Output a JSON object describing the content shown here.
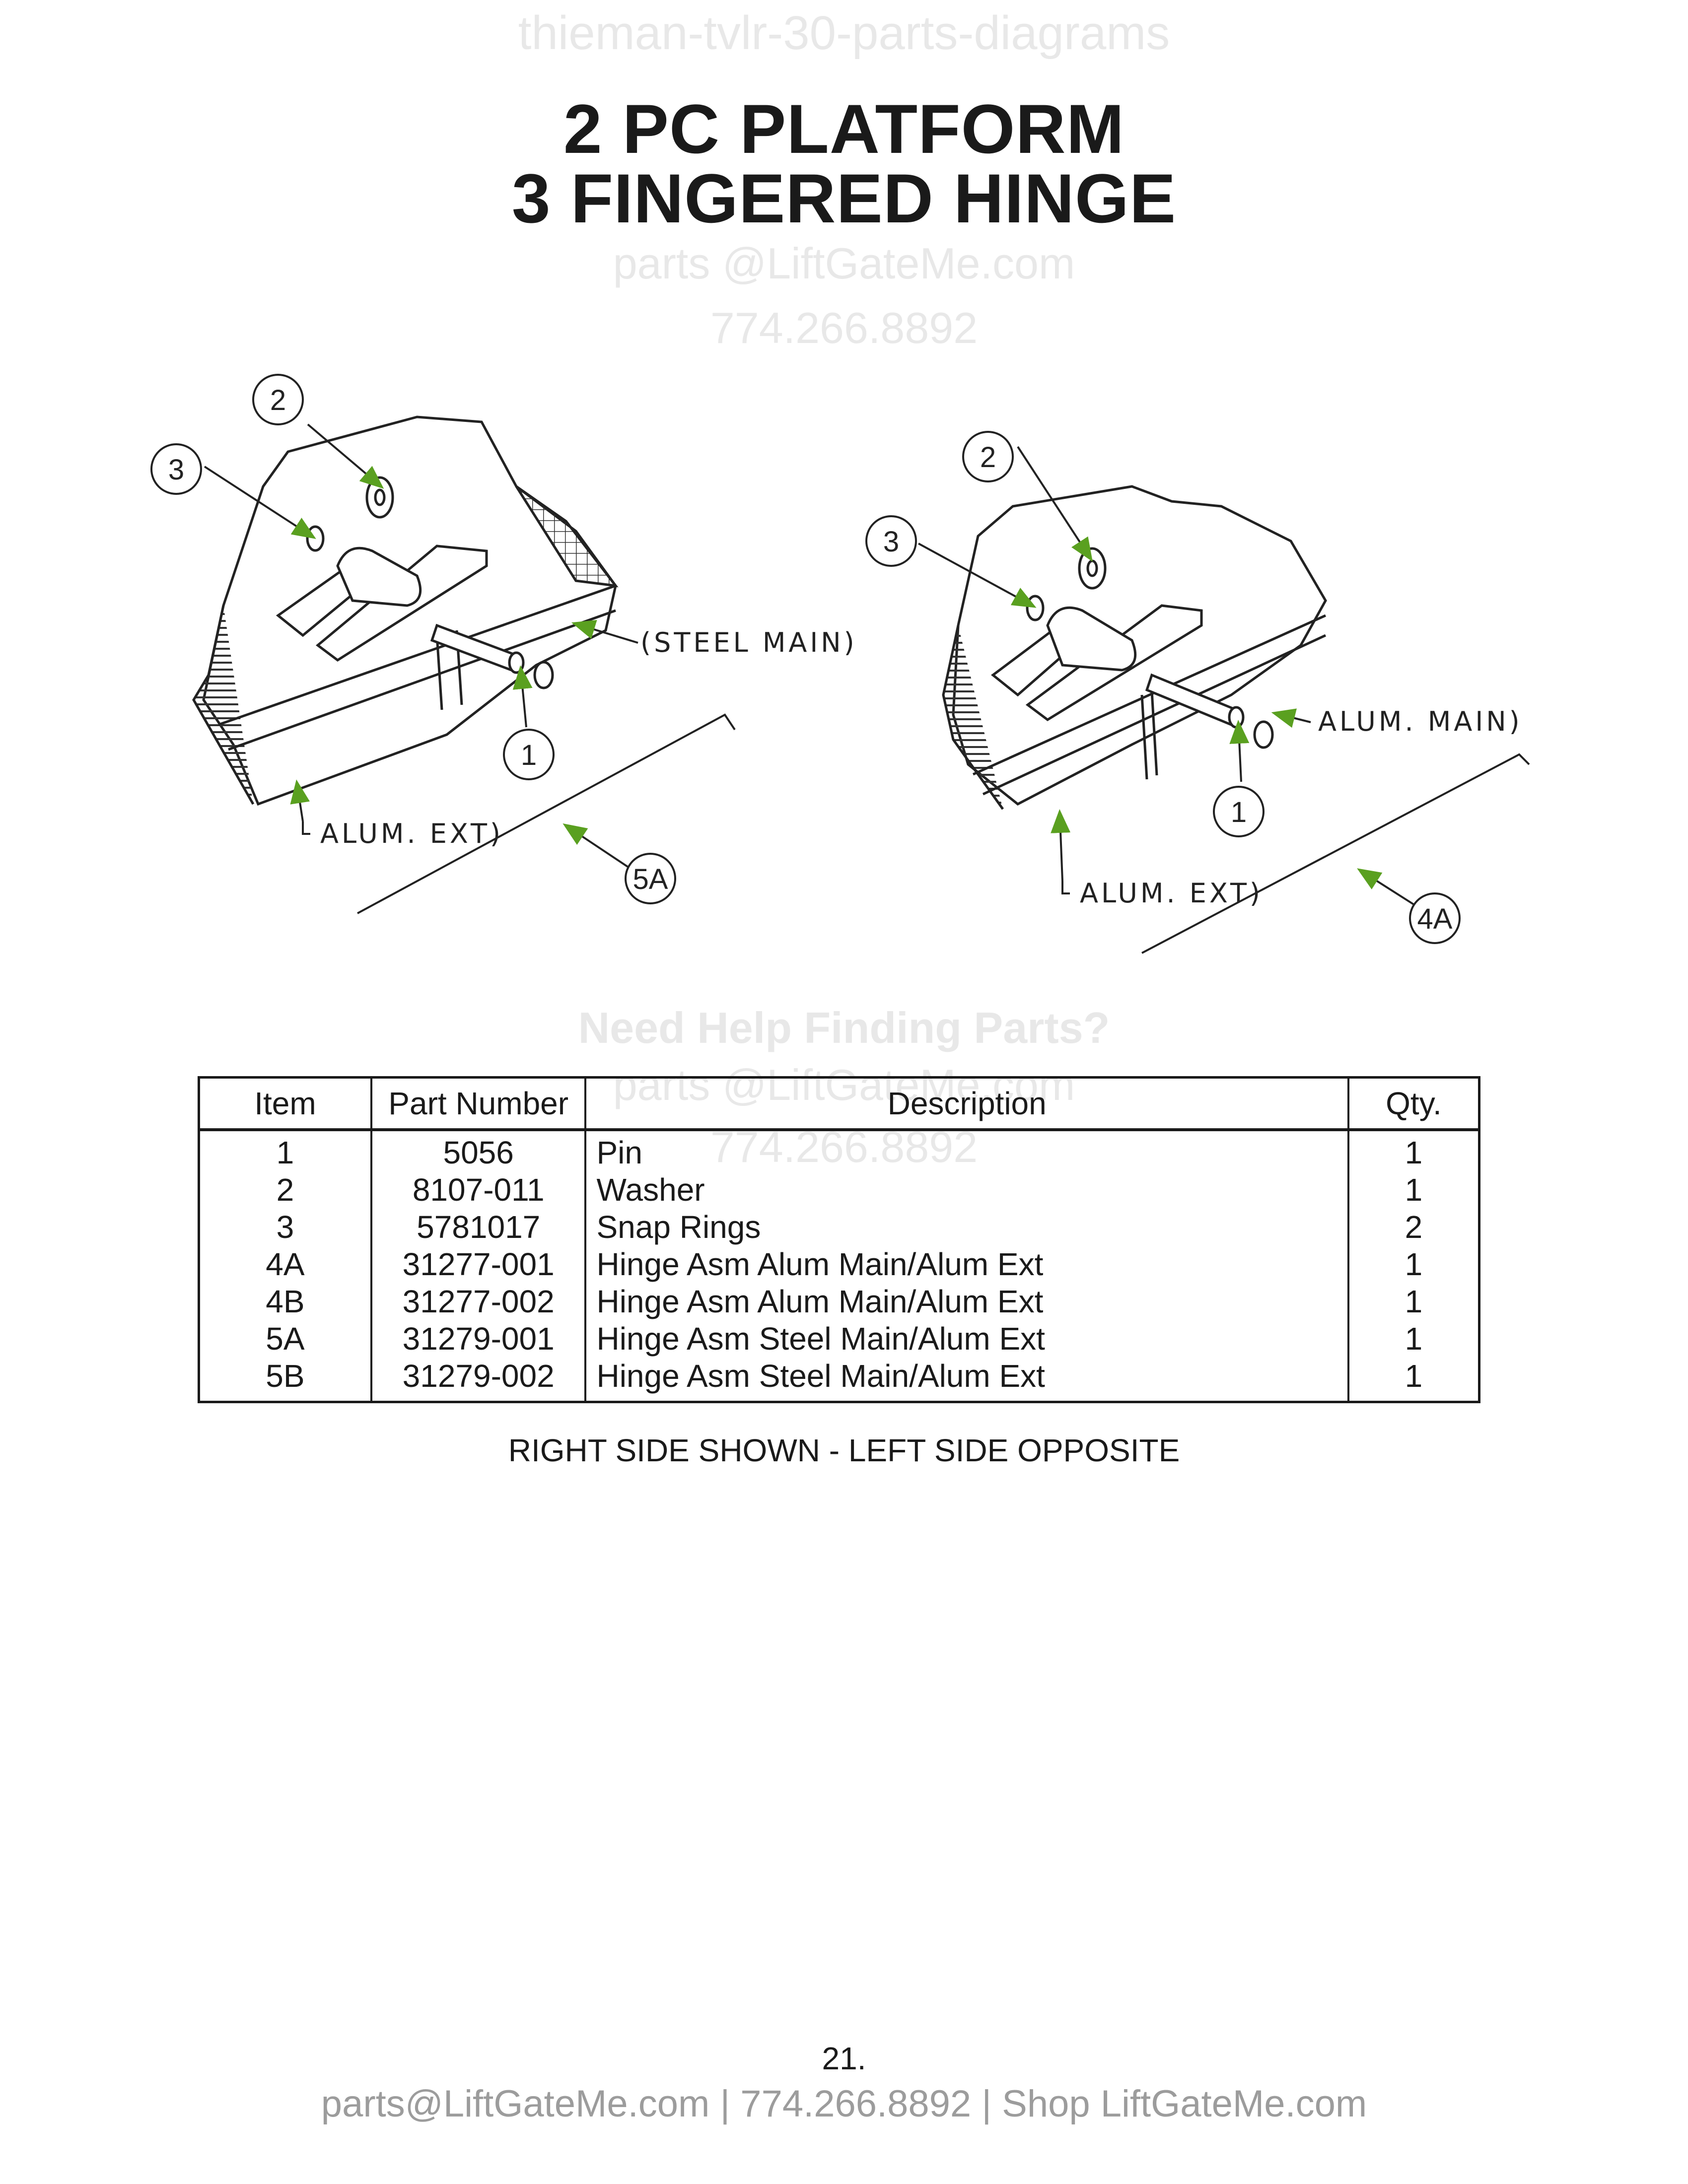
{
  "watermark": {
    "top": "thieman-tvlr-30-parts-diagrams",
    "mid_email": "parts @LiftGateMe.com",
    "mid_phone": "774.266.8892",
    "help": "Need Help Finding Parts?",
    "help_email": "parts @LiftGateMe.com",
    "help_phone": "774.266.8892"
  },
  "title": {
    "line1": "2 PC PLATFORM",
    "line2": "3 FINGERED HINGE"
  },
  "diagram_left": {
    "callouts": [
      "2",
      "3",
      "1",
      "5A"
    ],
    "labels": {
      "main": "(STEEL MAIN)",
      "ext": "ALUM. EXT)"
    }
  },
  "diagram_right": {
    "callouts": [
      "2",
      "3",
      "1",
      "4A"
    ],
    "labels": {
      "main": "ALUM. MAIN)",
      "ext": "ALUM. EXT)"
    }
  },
  "table": {
    "headers": [
      "Item",
      "Part Number",
      "Description",
      "Qty."
    ],
    "rows": [
      [
        "1",
        "5056",
        "Pin",
        "1"
      ],
      [
        "2",
        "8107-011",
        "Washer",
        "1"
      ],
      [
        "3",
        "5781017",
        "Snap Rings",
        "2"
      ],
      [
        "4A",
        "31277-001",
        "Hinge Asm Alum Main/Alum Ext",
        "1"
      ],
      [
        "4B",
        "31277-002",
        "Hinge Asm Alum Main/Alum Ext",
        "1"
      ],
      [
        "5A",
        "31279-001",
        "Hinge Asm Steel Main/Alum Ext",
        "1"
      ],
      [
        "5B",
        "31279-002",
        "Hinge Asm Steel Main/Alum Ext",
        "1"
      ]
    ]
  },
  "note": "RIGHT SIDE SHOWN - LEFT SIDE OPPOSITE",
  "page_number": "21.",
  "footer": "parts@LiftGateMe.com | 774.266.8892 | Shop LiftGateMe.com"
}
